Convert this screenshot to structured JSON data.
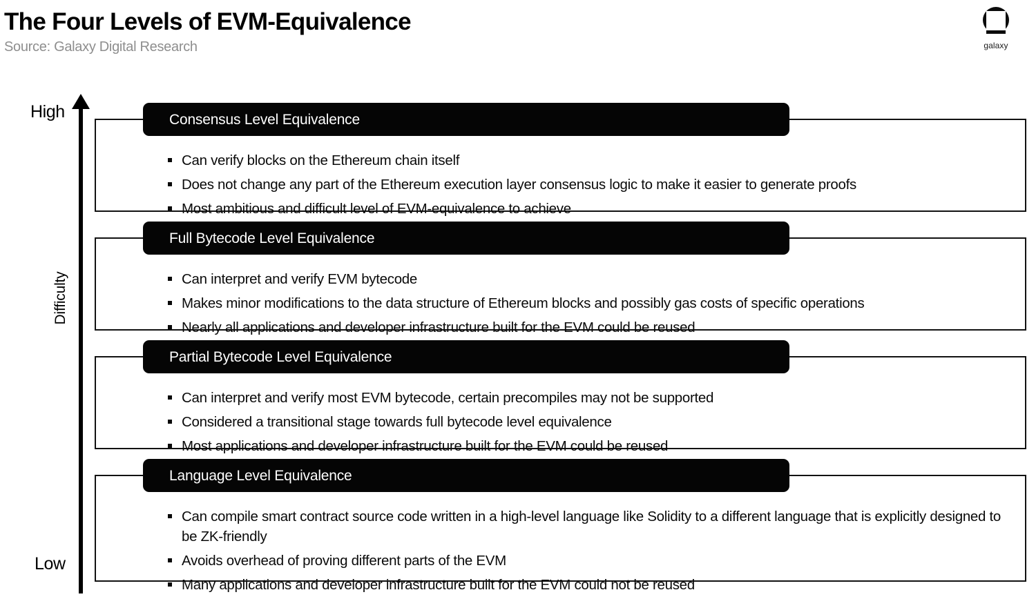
{
  "header": {
    "title": "The Four Levels of EVM-Equivalence",
    "source": "Source: Galaxy Digital Research"
  },
  "logo": {
    "wordmark": "galaxy"
  },
  "axis": {
    "top_label": "High",
    "bottom_label": "Low",
    "axis_title": "Difficulty"
  },
  "colors": {
    "header_bar": "#050505",
    "box_border": "#111111",
    "source_text": "#8e8e8e",
    "background": "#ffffff",
    "text": "#000000"
  },
  "levels": [
    {
      "title": "Consensus Level Equivalence",
      "bullets": [
        "Can verify blocks on the Ethereum chain itself",
        "Does not change any part of the Ethereum execution layer consensus logic to make it easier to generate proofs",
        "Most ambitious and difficult level of EVM-equivalence to achieve"
      ]
    },
    {
      "title": "Full Bytecode Level Equivalence",
      "bullets": [
        "Can interpret and verify EVM bytecode",
        "Makes minor modifications to the data structure of Ethereum blocks and possibly gas costs of specific operations",
        "Nearly all applications and developer infrastructure built for the EVM could be reused"
      ]
    },
    {
      "title": "Partial Bytecode Level Equivalence",
      "bullets": [
        "Can interpret and verify most EVM bytecode, certain precompiles may not be supported",
        "Considered a transitional stage towards full bytecode level equivalence",
        "Most applications and developer infrastructure built for the EVM could be reused"
      ]
    },
    {
      "title": "Language Level Equivalence",
      "bullets": [
        "Can compile smart contract source code written in a high-level language like Solidity to a different language that is explicitly designed to be ZK-friendly",
        "Avoids overhead of proving different parts of the EVM",
        "Many applications and developer infrastructure built for the EVM could not be reused"
      ]
    }
  ]
}
